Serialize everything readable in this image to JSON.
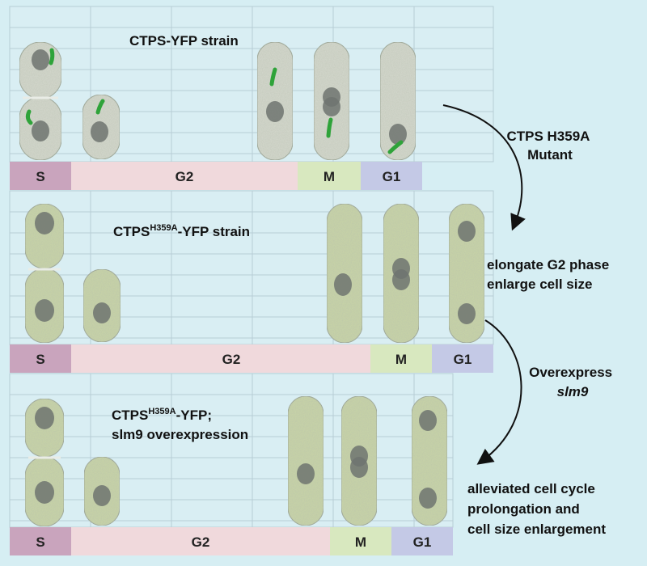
{
  "colors": {
    "background": "#d6eef3",
    "grid_line": "#b7cdd6",
    "panel_fill": "#d9eef3",
    "phase_S": "#c9a4bd",
    "phase_G2": "#f0d9dc",
    "phase_M": "#d8e8bf",
    "phase_G1": "#c4c9e6",
    "wildtype_cell": "#d6d9cf",
    "mutant_cell": "#c9d5a7",
    "nucleus": "#6e7470",
    "ctps_filament": "#2fa33a",
    "arrow": "#111111"
  },
  "panels": [
    {
      "title": "CTPS-YFP strain",
      "title_parts": [],
      "title_line2": "",
      "cell_type": "wildtype",
      "phases": [
        {
          "label": "S"
        },
        {
          "label": "G2"
        },
        {
          "label": "M"
        },
        {
          "label": "G1"
        }
      ]
    },
    {
      "title": "",
      "title_parts": [
        "CTPS",
        "H359A",
        "-YFP strain"
      ],
      "title_line2": "",
      "cell_type": "mutant",
      "phases": [
        {
          "label": "S"
        },
        {
          "label": "G2"
        },
        {
          "label": "M"
        },
        {
          "label": "G1"
        }
      ]
    },
    {
      "title": "",
      "title_parts": [
        "CTPS",
        "H359A",
        "-YFP;"
      ],
      "title_line2": "slm9 overexpression",
      "cell_type": "mutant",
      "phases": [
        {
          "label": "S"
        },
        {
          "label": "G2"
        },
        {
          "label": "M"
        },
        {
          "label": "G1"
        }
      ]
    }
  ],
  "annotations": {
    "arrow1_label": [
      "CTPS H359A",
      "Mutant"
    ],
    "effect1": [
      "elongate G2 phase",
      "enlarge cell size"
    ],
    "arrow2_label": [
      "Overexpress",
      "slm9"
    ],
    "effect2": [
      "alleviated cell cycle",
      "prolongation and",
      "cell size enlargement"
    ]
  }
}
